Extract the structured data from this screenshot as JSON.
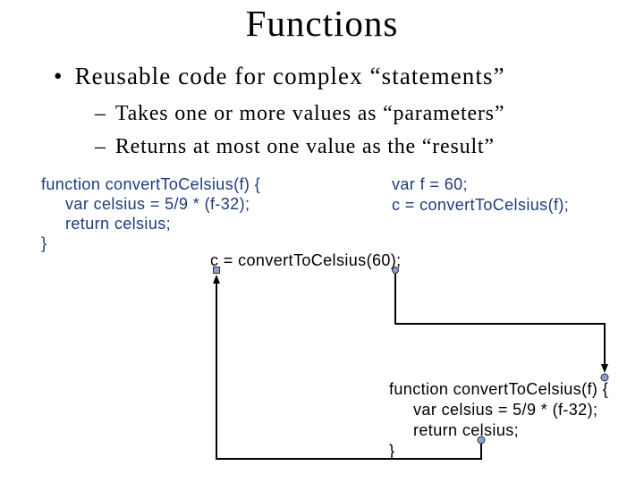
{
  "colors": {
    "background": "#ffffff",
    "title_text": "#000000",
    "body_text": "#000000",
    "code_blue": "#1e3a7b",
    "code_black": "#000000",
    "connector_line": "#000000",
    "handle_fill": "#8d9ed6",
    "handle_stroke": "#303030"
  },
  "slide": {
    "title": "Functions",
    "bullet": {
      "glyph": "•",
      "text": "Reusable code for complex “statements”"
    },
    "sub_bullets": [
      {
        "glyph": "–",
        "text": "Takes one or more values as “parameters”"
      },
      {
        "glyph": "–",
        "text": "Returns at most one value as the “result”"
      }
    ]
  },
  "code": {
    "definition_top_left": {
      "lines": [
        "function convertToCelsius(f) {",
        "     var celsius = 5/9 * (f-32);",
        "     return celsius;",
        "}"
      ]
    },
    "call_site_top_right": {
      "lines": [
        "var f = 60;",
        "c = convertToCelsius(f);"
      ]
    },
    "substituted_call": {
      "text": "c = convertToCelsius(60);"
    },
    "definition_bottom_right": {
      "lines": [
        "function convertToCelsius(f) {",
        "     var celsius = 5/9 * (f-32);",
        "     return celsius;",
        "}"
      ]
    }
  }
}
